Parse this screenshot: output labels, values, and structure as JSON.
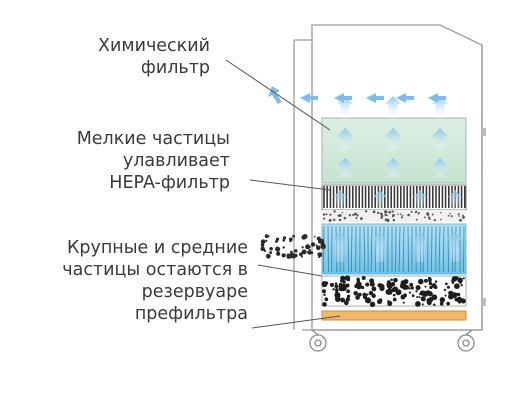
{
  "labels": {
    "chemical_filter": [
      "Химический",
      "фильтр"
    ],
    "hepa_filter": [
      "Мелкие частицы",
      "улавливает",
      "HEPA-фильтр"
    ],
    "prefilter": [
      "Крупные и средние",
      "частицы остаются в",
      "резервуаре",
      "префильтра"
    ]
  },
  "colors": {
    "text": "#3a3a3a",
    "chemical_filter_fill": "#cfe7d9",
    "hepa_fill": "#4a4a4a",
    "coarse_filter_fill": "#8fd3ef",
    "prefilter_fill": "#f2b86a",
    "airflow_arrow": "#8fc6ea",
    "outline": "#9a9a9a"
  }
}
